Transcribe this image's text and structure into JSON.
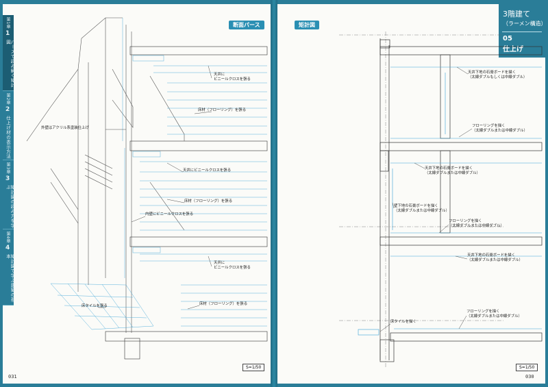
{
  "left_page": {
    "tag": "断面パース",
    "scale": "S=1/50",
    "page_number": "031",
    "side_tabs": [
      {
        "chapter": "第1章",
        "number": "1",
        "title": "パースで読み解く矩計図"
      },
      {
        "chapter": "第2章",
        "number": "2",
        "title": "仕上げ材の表示方法"
      },
      {
        "chapter": "第3章",
        "number": "3",
        "title": "矩計図の読み方を学ぶ"
      },
      {
        "chapter": "第4章",
        "number": "4",
        "title": "矩計図で学ぶ建築の基本"
      }
    ],
    "callouts": [
      {
        "text": "天井に\nビニールクロスを張る"
      },
      {
        "text": "床材（フローリング）を張る"
      },
      {
        "text": "外壁はアクリル系塗装仕上げ"
      },
      {
        "text": "天井にビニールクロスを張る"
      },
      {
        "text": "床材（フローリング）を張る"
      },
      {
        "text": "内壁にビニールクロスを張る"
      },
      {
        "text": "天井に\nビニールクロスを張る"
      },
      {
        "text": "床材（フローリング）を張る"
      },
      {
        "text": "床タイルを張る"
      }
    ]
  },
  "right_page": {
    "tag": "矩計図",
    "scale": "S=1/50",
    "page_number": "030",
    "header": {
      "floors": "3階建て",
      "structure": "（ラーメン構造）",
      "section_number": "05",
      "section_title": "仕上げ"
    },
    "callouts": [
      {
        "text": "天井下地の石膏ボードを描く\n（太線ダブルもしくは中線ダブル）"
      },
      {
        "text": "フローリングを描く\n（太線ダブルまたは中線ダブル）"
      },
      {
        "text": "天井下地の石膏ボードを描く\n（太線ダブルまたは中線ダブル）"
      },
      {
        "text": "壁下地の石膏ボードを描く\n（太線ダブルまたは中線ダブル）"
      },
      {
        "text": "フローリングを描く\n（太線ダブルまたは中線ダブル）"
      },
      {
        "text": "天井下地の石膏ボードを描く\n（太線ダブルまたは中線ダブル）"
      },
      {
        "text": "フローリングを描く\n（太線ダブルまたは中線ダブル）"
      },
      {
        "text": "床タイルを描く"
      }
    ]
  },
  "colors": {
    "accent": "#2a7d98",
    "drawing_blue": "#3aa3d6",
    "line": "#333333"
  }
}
